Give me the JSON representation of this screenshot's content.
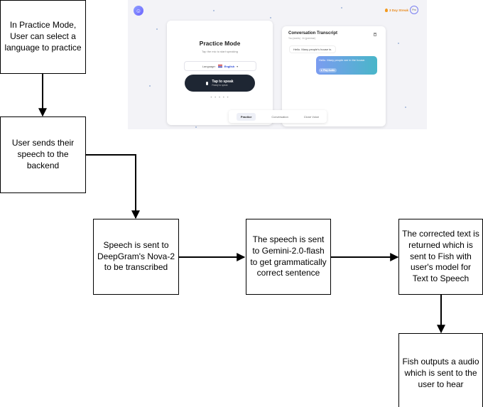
{
  "app_screenshot": {
    "streak_label": "3 Day Streak",
    "practice_card": {
      "title": "Practice Mode",
      "subtitle": "Tap the mic to start speaking",
      "language_label": "Language:",
      "language_value": "English",
      "tap_button_label": "Tap to speak",
      "tap_button_sublabel": "Ready to speak",
      "dots": "• • • • •"
    },
    "transcript_card": {
      "title": "Conversation Transcript",
      "subtitle": "You (words) · AI (grammar)",
      "user_message": "Hello. Many people's house in.",
      "ai_message": "Hello. Many people are in the house.",
      "play_label": "Play Audio"
    },
    "tabs": [
      "Practice",
      "Conversation",
      "Clone Voice"
    ]
  },
  "diagram": {
    "nodes": {
      "language_select": "In Practice Mode, User can select a language to practice",
      "send_speech": "User sends their speech to the backend",
      "deepgram": "Speech is sent to DeepGram's Nova-2 to be transcribed",
      "gemini": "The speech is sent to Gemini-2.0-flash to get grammatically correct sentence",
      "fish_tts": "The corrected text is returned which is sent to Fish with user's model for Text to Speech",
      "fish_output": "Fish outputs a audio which is sent to the user to hear"
    }
  }
}
